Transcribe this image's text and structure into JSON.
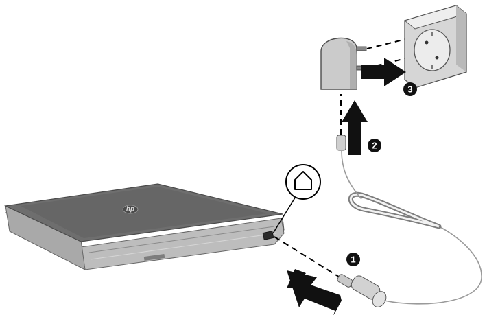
{
  "steps": [
    {
      "number": "1",
      "description_visible": false
    },
    {
      "number": "2",
      "description_visible": false
    },
    {
      "number": "3",
      "description_visible": false
    }
  ],
  "laptop": {
    "logo_text": "hp"
  },
  "icons": {
    "dc_power_jack": "home-outline-icon"
  },
  "colors": {
    "background": "#ffffff",
    "laptop_body": "#5f5f5f",
    "laptop_top": "#6e6e6e",
    "laptop_edge": "#bdbdbd",
    "adapter": "#c9c9c9",
    "outlet": "#dcdcdc",
    "arrow": "#111111",
    "cable": "#9a9a9a",
    "step_badge": "#111111"
  }
}
